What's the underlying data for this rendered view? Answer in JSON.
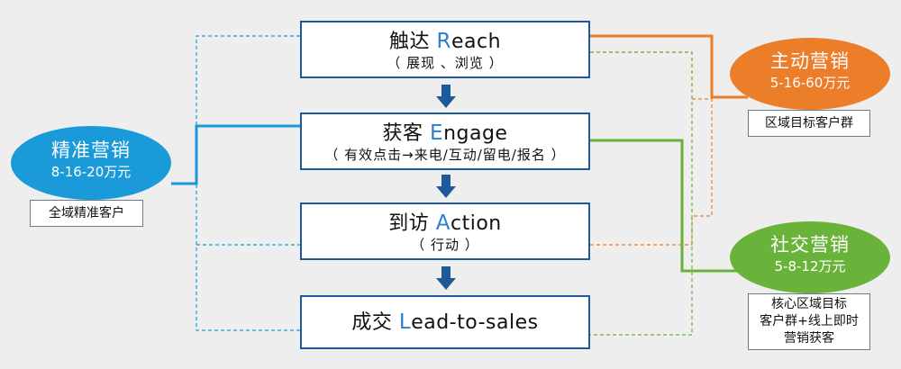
{
  "stages": [
    {
      "lead": "触达 ",
      "initial": "R",
      "rest": "each",
      "sub": "（ 展现 、浏览 ）"
    },
    {
      "lead": "获客 ",
      "initial": "E",
      "rest": "ngage",
      "sub": "（ 有效点击→来电/互动/留电/报名 ）"
    },
    {
      "lead": "到访 ",
      "initial": "A",
      "rest": "ction",
      "sub": "（ 行动 ）"
    },
    {
      "lead": "成交 ",
      "initial": "L",
      "rest": "ead-to-sales",
      "sub": ""
    }
  ],
  "channels": {
    "precise": {
      "name": "精准营销",
      "range": "8-16-20万元",
      "desc": "全域精准客户",
      "color": "#1a9ad8"
    },
    "active": {
      "name": "主动营销",
      "range": "5-16-60万元",
      "desc": "区域目标客户群",
      "color": "#ec7d29"
    },
    "social": {
      "name": "社交营销",
      "range": "5-8-12万元",
      "desc_lines": [
        "核心区域目标",
        "客户群+线上即时",
        "营销获客"
      ],
      "color": "#6ab33b"
    }
  },
  "colors": {
    "stage_border": "#1e5a99",
    "arrow": "#1e5a99",
    "accent": "#2a7fd1"
  }
}
